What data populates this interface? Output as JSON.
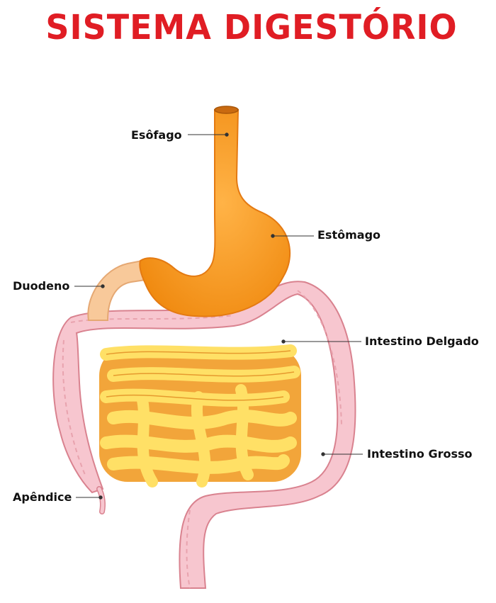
{
  "title": "SISTEMA DIGESTÓRIO",
  "labels": {
    "esofago": "Esôfago",
    "estomago": "Estômago",
    "duodeno": "Duodeno",
    "intestino_delgado": "Intestino Delgado",
    "intestino_grosso": "Intestino Grosso",
    "apendice": "Apêndice"
  },
  "colors": {
    "title": "#e01d24",
    "stomach": "#f7931e",
    "stomach_dark": "#e47a12",
    "duodenum": "#f8c99a",
    "small_intestine": "#ffe066",
    "small_intestine_shadow": "#f2a53a",
    "large_intestine": "#f7c6cf",
    "large_intestine_edge": "#d9828f"
  }
}
